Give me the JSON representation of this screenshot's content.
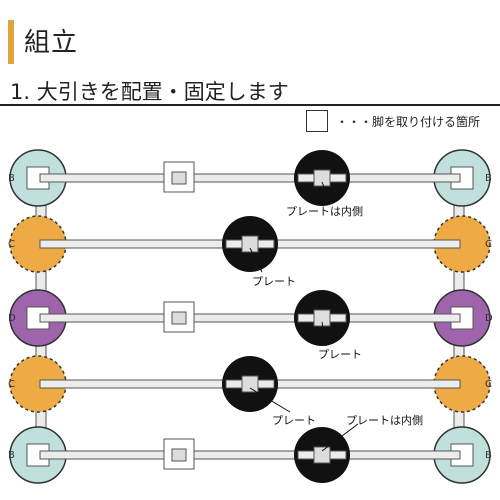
{
  "header": {
    "title": "組立",
    "accent_color": "#e2a23c"
  },
  "step": {
    "title": "1. 大引きを配置・固定します"
  },
  "legend": {
    "text": "・・・脚を取り付ける箇所"
  },
  "callouts": {
    "plate_inner": "プレートは内側",
    "plate": "プレート"
  },
  "rows": [
    {
      "label": "B",
      "color": "#bfe0dc",
      "dashed": false
    },
    {
      "label": "C",
      "color": "#eeaa44",
      "dashed": true
    },
    {
      "label": "D",
      "color": "#9f64ac",
      "dashed": false
    },
    {
      "label": "C",
      "color": "#eeaa44",
      "dashed": true
    },
    {
      "label": "B",
      "color": "#bfe0dc",
      "dashed": false
    }
  ],
  "colors": {
    "beam": "#ececec",
    "beam_stroke": "#555555",
    "plate_highlight": "#111111"
  }
}
